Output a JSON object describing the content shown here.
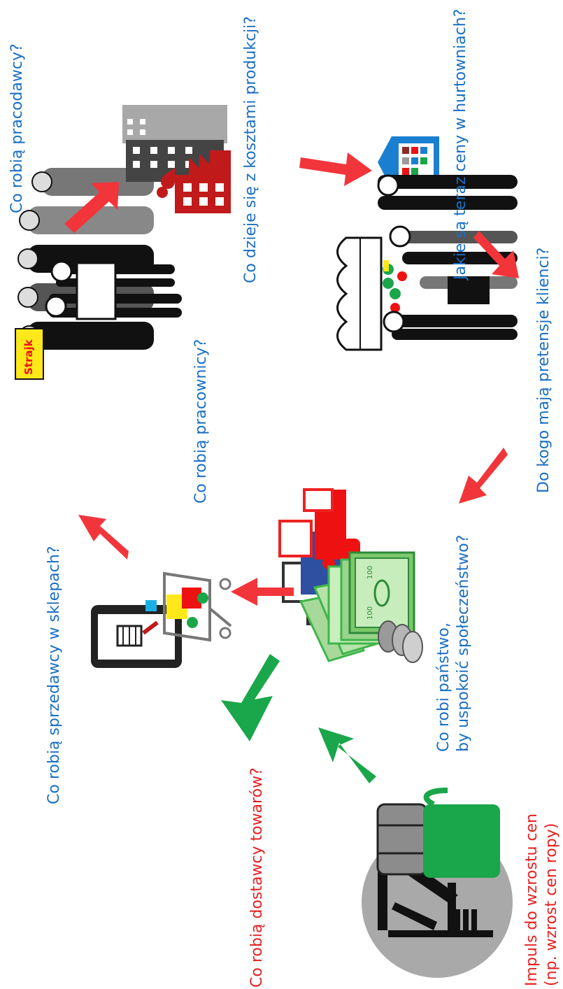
{
  "colors": {
    "question_text": "#1a6fc4",
    "impulse_text": "#e42222",
    "arrow_red": "#f2353a",
    "arrow_green": "#1aa64a",
    "money_green": "#3fb54a",
    "factory_red": "#c01a1a"
  },
  "labels": {
    "employers": "Co robią pracodawcy?",
    "production_costs": "Co dzieje się z kosztami produkcji?",
    "wholesale_prices": "Jakie są teraz ceny w hurtowniach?",
    "workers": "Co robią pracownicy?",
    "customers": "Do kogo mają pretensje klienci?",
    "shop_sellers": "Co robią sprzedawcy w sklepach?",
    "state_line1": "Co robi państwo,",
    "state_line2": "by uspokoić społeczeństwo?",
    "suppliers": "Co robią dostawcy towarów?",
    "impulse_line1": "Impuls do wzrostu cen",
    "impulse_line2": "(np. wzrost cen ropy)"
  },
  "picture_text": {
    "strike_sign": "Strajk",
    "banknote_value": "100"
  },
  "icons": [
    "oil-impulse-icon",
    "delivery-trucks-icon",
    "shopping-cart-icon",
    "money-icon",
    "striking-workers-icon",
    "employers-icon",
    "factory-icon",
    "wholesale-store-icon",
    "angry-customers-icon"
  ]
}
